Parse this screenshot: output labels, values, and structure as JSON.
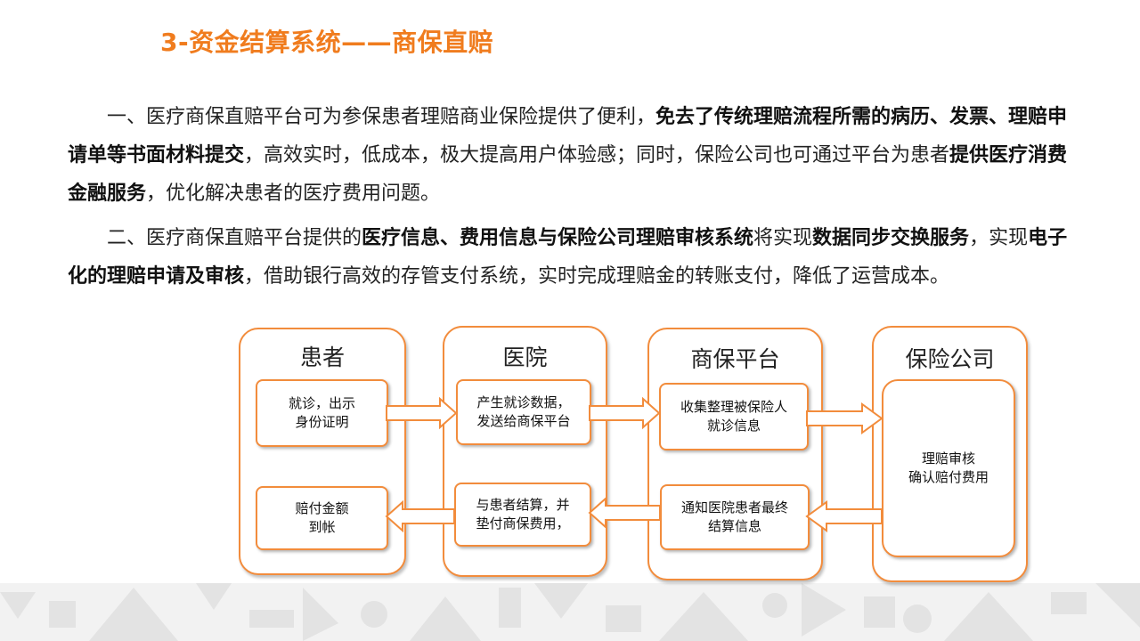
{
  "title": "3-资金结算系统——商保直赔",
  "paragraph1": [
    {
      "text": "一、医疗商保直赔平台可为参保患者理赔商业保险提供了便利，",
      "bold": false
    },
    {
      "text": "免去了传统理赔流程所需的病历、发票、理赔申请单等书面材料提交",
      "bold": true
    },
    {
      "text": "，高效实时，低成本，极大提高用户体验感；同时，保险公司也可通过平台为患者",
      "bold": false
    },
    {
      "text": "提供医疗消费金融服务",
      "bold": true
    },
    {
      "text": "，优化解决患者的医疗费用问题。",
      "bold": false
    }
  ],
  "paragraph2": [
    {
      "text": "二、医疗商保直赔平台提供的",
      "bold": false
    },
    {
      "text": "医疗信息、费用信息与保险公司理赔审核系统",
      "bold": true
    },
    {
      "text": "将实现",
      "bold": false
    },
    {
      "text": "数据同步交换服务",
      "bold": true
    },
    {
      "text": "，实现",
      "bold": false
    },
    {
      "text": "电子化的理赔申请及审核",
      "bold": true
    },
    {
      "text": "，借助银行高效的存管支付系统，实时完成理赔金的转账支付，降低了运营成本。",
      "bold": false
    }
  ],
  "diagram": {
    "columns": {
      "patient": "患者",
      "hospital": "医院",
      "platform": "商保平台",
      "insurer": "保险公司"
    },
    "boxes": {
      "patient_top": [
        "就诊，出示",
        "身份证明"
      ],
      "patient_bottom": [
        "赔付金额",
        "到帐"
      ],
      "hospital_top": [
        "产生就诊数据，",
        "发送给商保平台"
      ],
      "hospital_bottom": [
        "与患者结算，并",
        "垫付商保费用，"
      ],
      "platform_top": [
        "收集整理被保险人",
        "就诊信息"
      ],
      "platform_bottom": [
        "通知医院患者最终",
        "结算信息"
      ],
      "insurer_main": [
        "理赔审核",
        "确认赔付费用"
      ]
    },
    "colors": {
      "accent": "#f28c3c",
      "title": "#f07c1e"
    }
  }
}
